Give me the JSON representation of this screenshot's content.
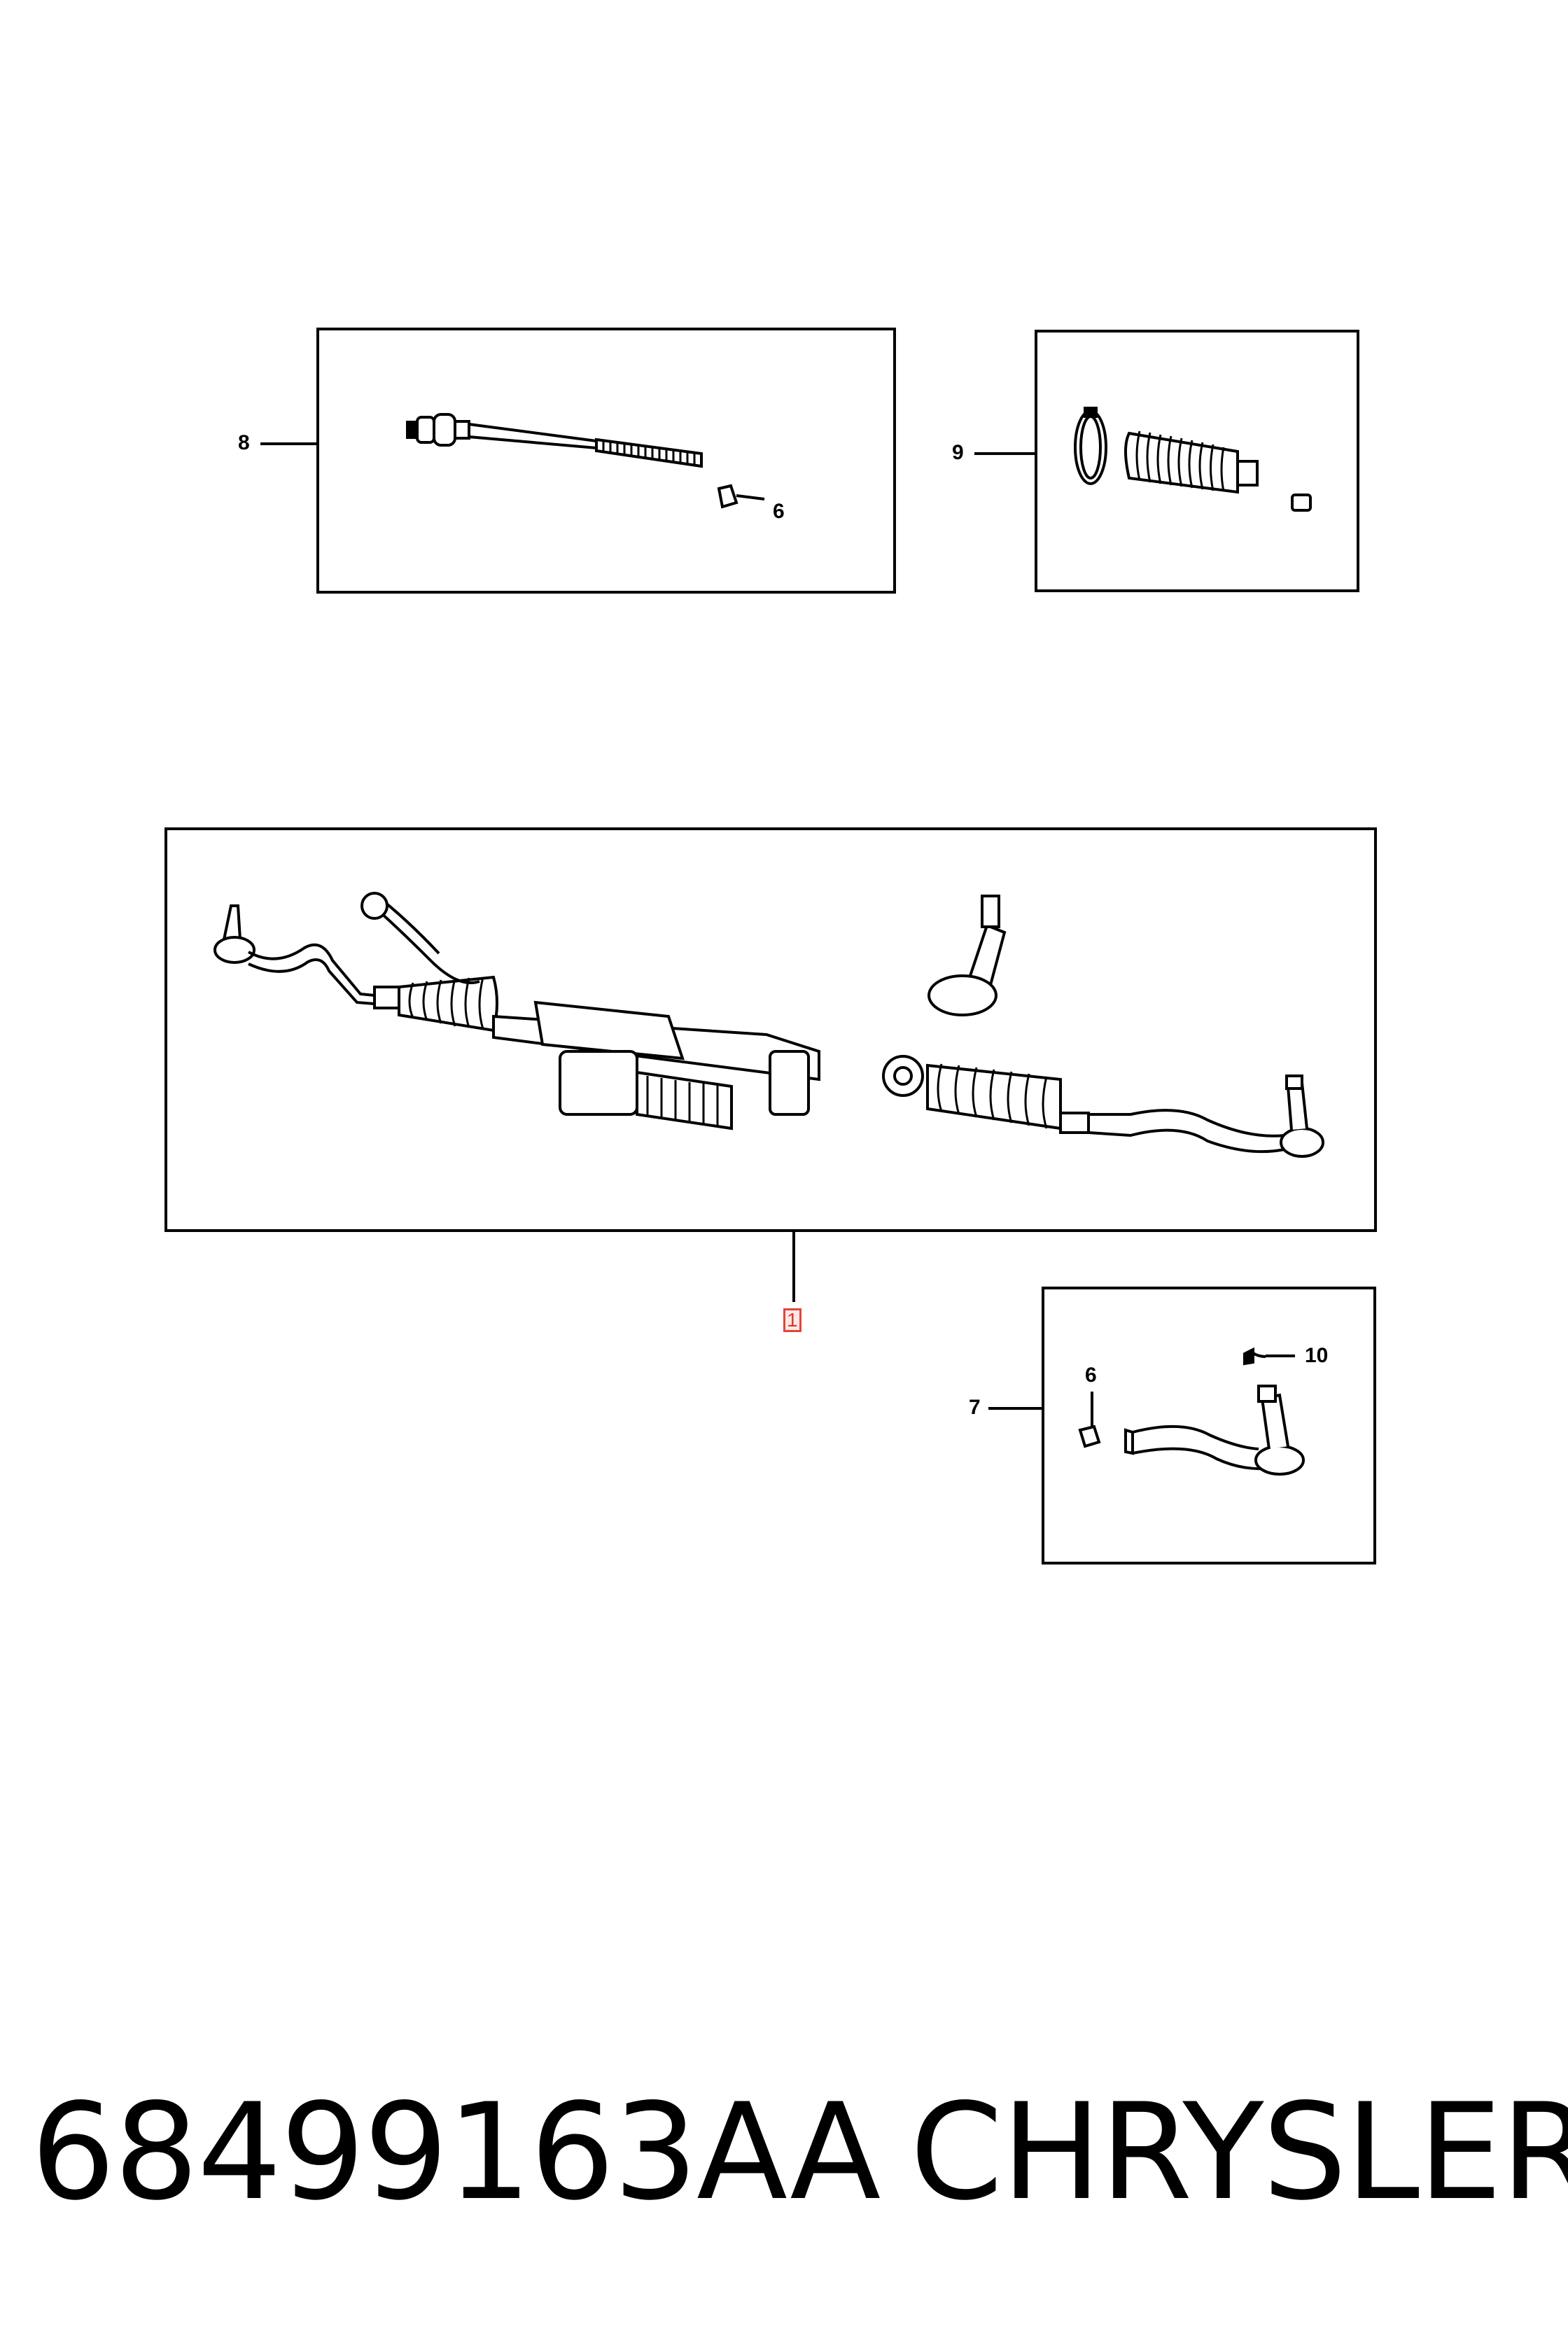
{
  "callouts": {
    "c8": "8",
    "c6a": "6",
    "c9": "9",
    "c1": "1",
    "c10": "10",
    "c6b": "6",
    "c7": "7"
  },
  "footer": {
    "part_number": "68499163AA",
    "brand": "CHRYSLER"
  },
  "colors": {
    "line": "#000000",
    "highlight": "#e0463c"
  }
}
